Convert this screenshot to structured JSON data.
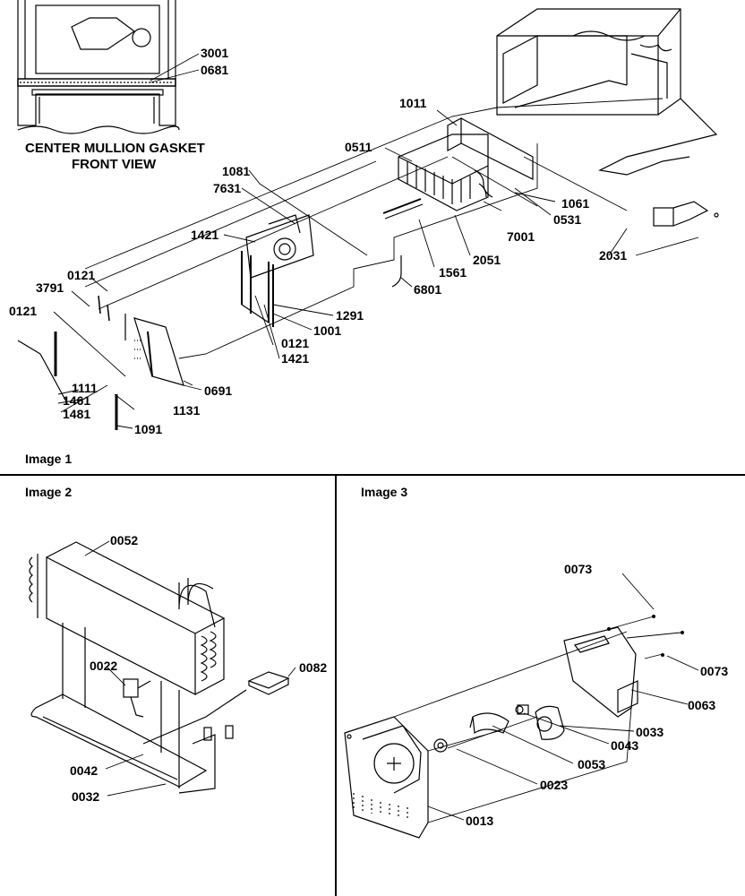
{
  "image1": {
    "caption": "Image 1",
    "inset_title_line1": "CENTER MULLION GASKET",
    "inset_title_line2": "FRONT VIEW",
    "labels": {
      "p3001": "3001",
      "p0681": "0681",
      "p1011": "1011",
      "p0511": "0511",
      "p1081": "1081",
      "p7631": "7631",
      "p1421a": "1421",
      "p1061": "1061",
      "p0531": "0531",
      "p7001": "7001",
      "p2051": "2051",
      "p1561": "1561",
      "p2031": "2031",
      "p6801": "6801",
      "p0121a": "0121",
      "p3791": "3791",
      "p0121b": "0121",
      "p1291": "1291",
      "p1001": "1001",
      "p0121c": "0121",
      "p1421b": "1421",
      "p0691": "0691",
      "p1111": "1111",
      "p1461": "1461",
      "p1481": "1481",
      "p1131": "1131",
      "p1091": "1091"
    }
  },
  "image2": {
    "caption": "Image 2",
    "labels": {
      "p0052": "0052",
      "p0022": "0022",
      "p0082": "0082",
      "p0042": "0042",
      "p0032": "0032"
    }
  },
  "image3": {
    "caption": "Image 3",
    "labels": {
      "p0073a": "0073",
      "p0073b": "0073",
      "p0063": "0063",
      "p0033": "0033",
      "p0043": "0043",
      "p0053": "0053",
      "p0023": "0023",
      "p0013": "0013"
    }
  }
}
